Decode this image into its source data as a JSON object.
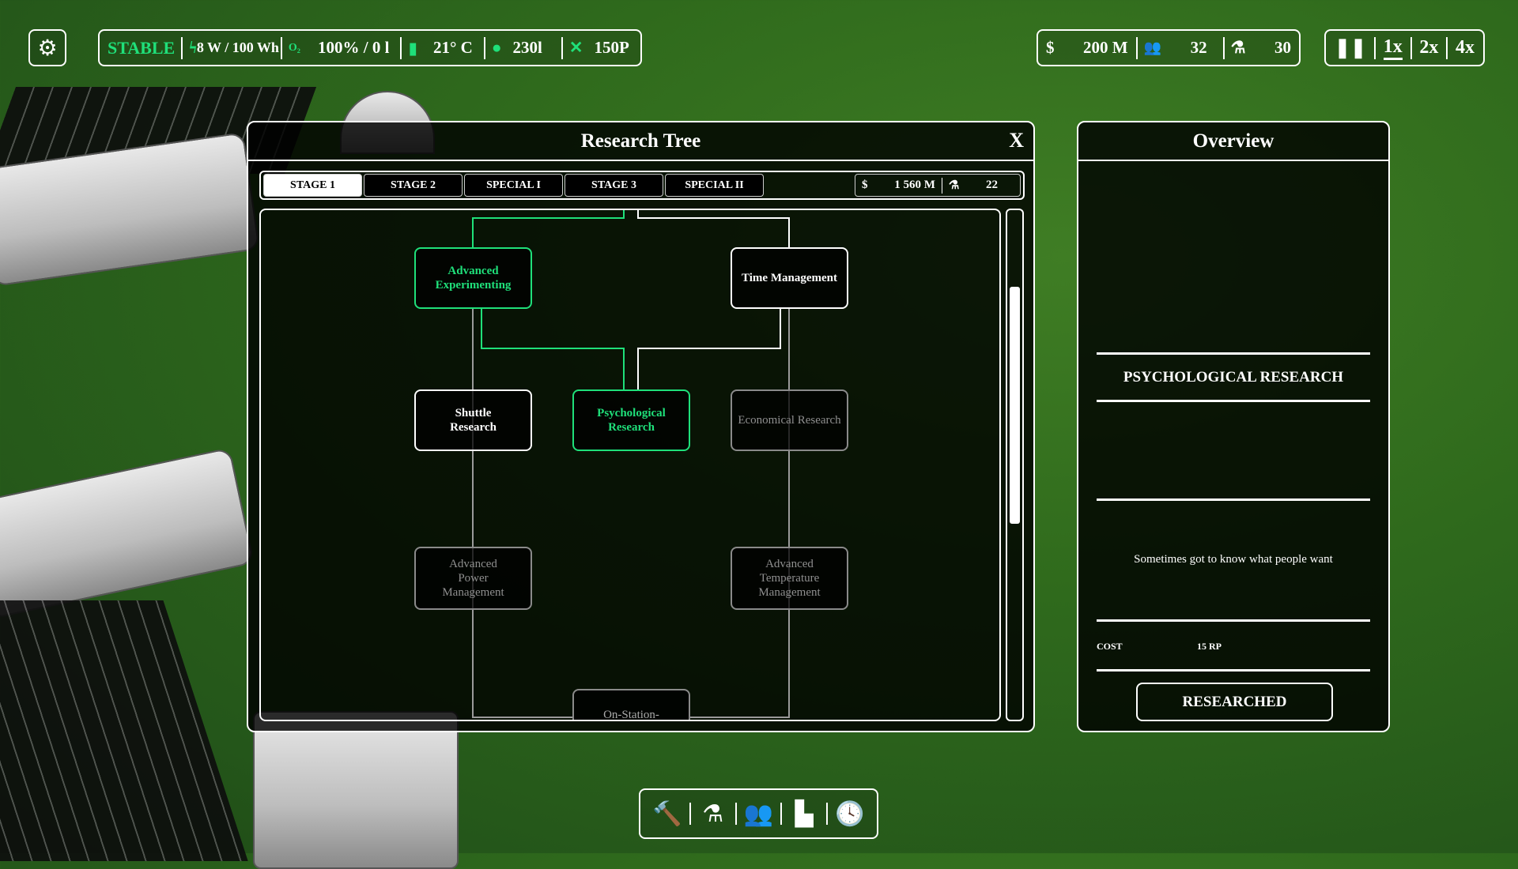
{
  "hud": {
    "status": "STABLE",
    "power": "8 W / 100 Wh",
    "oxygen_label": "O₂",
    "oxygen": "100% / 0 l",
    "temperature": "21° C",
    "water": "230l",
    "food": "150P",
    "money": "200 M",
    "crew": "32",
    "research": "30",
    "speeds": [
      "1x",
      "2x",
      "4x"
    ],
    "active_speed": "1x"
  },
  "research_window": {
    "title": "Research Tree",
    "close_label": "X",
    "tabs": [
      "STAGE 1",
      "STAGE 2",
      "SPECIAL I",
      "STAGE 3",
      "SPECIAL II"
    ],
    "active_tab": "STAGE 1",
    "money_symbol": "$",
    "money": "1 560 M",
    "research_points": "22",
    "nodes": [
      {
        "label": "Advanced Experimenting",
        "state": "researched"
      },
      {
        "label": "Time Management",
        "state": "available"
      },
      {
        "label": "Shuttle Research",
        "state": "available"
      },
      {
        "label": "Psychological Research",
        "state": "researched"
      },
      {
        "label": "Economical Research",
        "state": "locked"
      },
      {
        "label": "Advanced Power Management",
        "state": "locked"
      },
      {
        "label": "Advanced Temperature Management",
        "state": "locked"
      },
      {
        "label": "On-Station-",
        "state": "locked"
      }
    ],
    "scroll_position": 0.2
  },
  "overview": {
    "title": "Overview",
    "heading": "PSYCHOLOGICAL RESEARCH",
    "description": "Sometimes got to know what people want",
    "cost_label": "COST",
    "cost_value": "15 RP",
    "button_label": "RESEARCHED"
  },
  "colors": {
    "accent": "#1fe07a",
    "locked": "#8a8a8a"
  }
}
